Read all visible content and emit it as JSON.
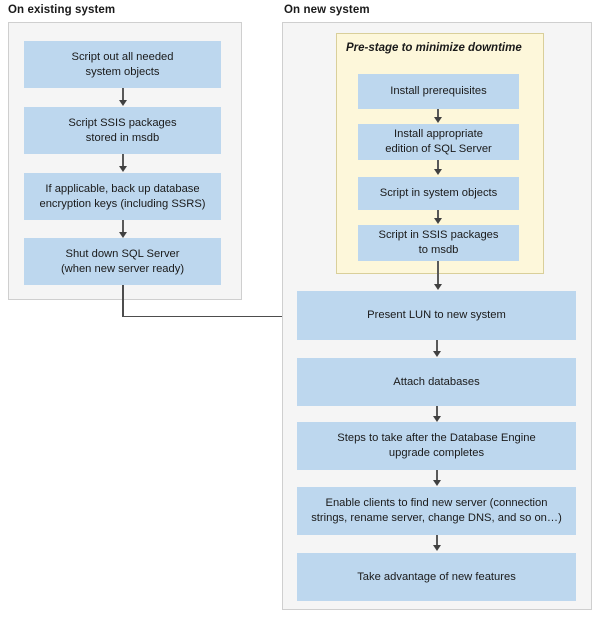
{
  "diagram": {
    "title_left": "On existing system",
    "title_right": "On new system",
    "group_title": "Pre-stage to minimize downtime",
    "colors": {
      "node_fill": "#bdd7ee",
      "panel_fill": "#f5f5f5",
      "panel_border": "#cfcfcf",
      "group_fill": "#fdf7da",
      "group_border": "#d9cf9a",
      "arrow": "#4d4d4d",
      "text": "#1a1a1a"
    }
  },
  "left_panel": {
    "nodes": [
      {
        "label": "Script out all needed\nsystem objects"
      },
      {
        "label": "Script SSIS packages\nstored in msdb"
      },
      {
        "label": "If applicable, back up database\nencryption keys (including SSRS)"
      },
      {
        "label": "Shut down SQL Server\n(when new server ready)"
      }
    ]
  },
  "right_panel": {
    "prestage_nodes": [
      {
        "label": "Install prerequisites"
      },
      {
        "label": "Install appropriate\nedition of SQL Server"
      },
      {
        "label": "Script in system objects"
      },
      {
        "label": "Script in SSIS packages\nto msdb"
      }
    ],
    "main_nodes": [
      {
        "label": "Present LUN to new system"
      },
      {
        "label": "Attach databases"
      },
      {
        "label": "Steps to take after the Database Engine\nupgrade completes"
      },
      {
        "label": "Enable clients to find new server (connection\nstrings, rename server, change DNS, and so on…)"
      },
      {
        "label": "Take advantage of new features"
      }
    ]
  }
}
